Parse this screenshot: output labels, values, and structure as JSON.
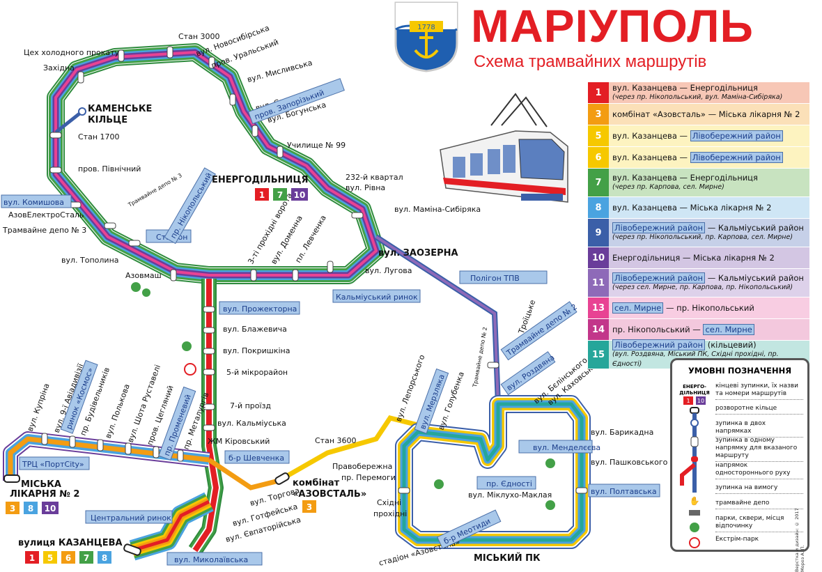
{
  "header": {
    "title": "МАРІУПОЛЬ",
    "subtitle": "Схема трамвайних маршрутів",
    "crest_years": "1778"
  },
  "colors": {
    "r1": "#e31e24",
    "r3": "#f39c12",
    "r5": "#f6c800",
    "r6": "#f6c800",
    "r7": "#43a047",
    "r8": "#4aa3e0",
    "r9": "#3b5fa8",
    "r10": "#6a3d9a",
    "r11": "#8e6ab8",
    "r13": "#e84393",
    "r14": "#c2368a",
    "r15": "#26a69a",
    "boxed_bg": "#a9c8ea",
    "boxed_border": "#4a6fa8",
    "accent": "#e31e24"
  },
  "routes": [
    {
      "num": "1",
      "text": "вул. Казанцева — Енергодільниця",
      "note": "(через пр. Нікопольський, вул. Маміна-Сибіряка)",
      "color": "#e31e24",
      "bg": "#f7c7b6"
    },
    {
      "num": "3",
      "text": "комбінат «Азовсталь» — Міська лікарня № 2",
      "note": "",
      "color": "#f39c12",
      "bg": "#fbe0b8"
    },
    {
      "num": "5",
      "text": "вул. Казанцева — ",
      "link": "Лівобережний район",
      "note": "",
      "color": "#f6c800",
      "bg": "#fdf3c0"
    },
    {
      "num": "6",
      "text": "вул. Казанцева — ",
      "link": "Лівобережний район",
      "note": "",
      "color": "#f6c800",
      "bg": "#fdf3c0"
    },
    {
      "num": "7",
      "text": "вул. Казанцева — Енергодільниця",
      "note": "(через пр. Карпова, сел. Мирне)",
      "color": "#43a047",
      "bg": "#c8e3c0"
    },
    {
      "num": "8",
      "text": "вул. Казанцева — Міська лікарня № 2",
      "note": "",
      "color": "#4aa3e0",
      "bg": "#cfe6f5"
    },
    {
      "num": "9",
      "text": " — Кальміуський район",
      "link": "Лівобережний район",
      "link_first": true,
      "note": "(через пр. Нікопольський, пр. Карпова, сел. Мирне)",
      "color": "#3b5fa8",
      "bg": "#c6d0e8"
    },
    {
      "num": "10",
      "text": "Енергодільниця — Міська лікарня № 2",
      "note": "",
      "color": "#6a3d9a",
      "bg": "#d3c6e3"
    },
    {
      "num": "11",
      "text": " — Кальміуський район",
      "link": "Лівобережний район",
      "link_first": true,
      "note": "(через сел. Мирне, пр. Карпова, пр. Нікопольський)",
      "color": "#8e6ab8",
      "bg": "#ddd1ea"
    },
    {
      "num": "13",
      "text": " — пр. Нікопольський",
      "link": "сел. Мирне",
      "link_first": true,
      "note": "",
      "color": "#e84393",
      "bg": "#f8cde2"
    },
    {
      "num": "14",
      "text": "пр. Нікопольський — ",
      "link": "сел. Мирне",
      "note": "",
      "color": "#c2368a",
      "bg": "#f3c8dd"
    },
    {
      "num": "15",
      "text": " (кільцевий)",
      "link": "Лівобережний район",
      "link_first": true,
      "note": "(вул. Роздвяна, Міський ПК, Східні прохідні, пр. Єдності)",
      "color": "#26a69a",
      "bg": "#c2e6e1"
    }
  ],
  "hubs": {
    "kamenske": "КАМЕНСЬКЕ КІЛЬЦЕ",
    "kamenske_1": "КАМЕНСЬКЕ",
    "kamenske_2": "КІЛЬЦЕ",
    "energo": "ЕНЕРГОДІЛЬНИЦЯ",
    "zaozerna": "вул. ЗАОЗЕРНА",
    "likarnia_1": "МІСЬКА",
    "likarnia_2": "ЛІКАРНЯ № 2",
    "kazantseva": "вулиця КАЗАНЦЕВА",
    "azovstal_1": "комбінат",
    "azovstal_2": "«АЗОВСТАЛЬ»",
    "mpk": "МІСЬКИЙ ПК"
  },
  "hub_badges": {
    "energo": [
      "1",
      "7",
      "10"
    ],
    "likarnia": [
      "3",
      "8",
      "10"
    ],
    "kazantseva": [
      "1",
      "5",
      "6",
      "7",
      "8"
    ],
    "azovstal": [
      "3"
    ]
  },
  "stops": {
    "s01": "Цех холодного прокату",
    "s02": "Західна",
    "s03": "Стан 3000",
    "s04": "вул. Новосибірська",
    "s05": "пров. Уральський",
    "s06": "вул. Мисливська",
    "s07": "вул. Сакко і Ванцетті",
    "s08": "вул. Богунська",
    "s09": "Училище № 99",
    "s10": "Стан 1700",
    "s11": "пров. Північний",
    "s12": "АзовЕлектроСталь",
    "s13": "Трамвайне депо № 3",
    "s14": "вул. Тополина",
    "s15": "Азовмаш",
    "s16": "232-й квартал",
    "s17": "вул. Рівна",
    "s18": "вул. Маміна-Сибіряка",
    "s19": "3-ті прохідні ворота",
    "s20": "вул. Доменна",
    "s21": "пл. Левченка",
    "s22": "вул. Лугова",
    "s23": "вул. Блажевича",
    "s24": "вул. Покришкіна",
    "s25": "5-й мікрорайон",
    "s26": "7-й проїзд",
    "s27": "вул. Кальміуська",
    "s28": "ЖМ Кіровський",
    "s29": "вул. Купріна",
    "s30": "вул. 9-ї Авіадивізії",
    "s31": "пр. Будівельників",
    "s32": "вул. Полькова",
    "s33": "вул. Шота Руставелі",
    "s34": "пров. Цегляний",
    "s35": "пр. Металургів",
    "s36": "вул. Торгова",
    "s37": "вул. Готфейська",
    "s38": "вул. Євпаторійська",
    "s39": "Стан 3600",
    "s40": "Правобережна",
    "s41": "пр. Перемоги",
    "s42": "Східні",
    "s43": "прохідні",
    "s44": "вул. Лепорського",
    "s45": "вул. Голубенка",
    "s46": "сел. Троїцьке",
    "s47": "вул. Бєлінського",
    "s48": "вул. Каховського",
    "s49": "вул. Барикадна",
    "s50": "вул. Пашковського",
    "s51": "вул. Міклухо-Маклая",
    "s52": "стадіон «Азовсталь»",
    "depot3": "Трамвайне депо № 3",
    "depot2": "Трамвайне депо № 2"
  },
  "boxed": {
    "b01": "пров. Запорізький",
    "b02": "вул. Комишова",
    "b03": "Стадіон",
    "b04": "пр. Нікопольський",
    "b05": "вул. Прожекторна",
    "b06": "Кальміуський ринок",
    "b07": "Полігон ТПВ",
    "b08": "Трамвайне депо № 2",
    "b09": "вул. Роздвяна",
    "b10": "ринок «Космос»",
    "b11": "пр. Променевий",
    "b12": "ТРЦ «ПортCity»",
    "b13": "б-р Шевченка",
    "b14": "Центральний ринок",
    "b15": "вул. Миколаївська",
    "b16": "вул. Мерзляка",
    "b17": "вул. Менделєєва",
    "b18": "пр. Єдності",
    "b19": "вул. Полтавська",
    "b20": "б-р Меотиди"
  },
  "legend": {
    "title": "УМОВНІ ПОЗНАЧЕННЯ",
    "sample_hub_1": "ЕНЕРГО-",
    "sample_hub_2": "ДІЛЬНИЦЯ",
    "sample_badges": [
      "1",
      "10"
    ],
    "items": [
      "кінцеві зупинки, їх назви та номери маршрутів",
      "розворотне кільце",
      "зупинка в двох напрямках",
      "зупинка в одному напрямку для вказаного маршруту",
      "напрямок одностороннього руху",
      "зупинка на вимогу",
      "трамвайне депо",
      "парки, сквери, місця відпочинку",
      "Екстрім-парк"
    ],
    "credit": "Верстка и дизайн: © 2017 Мороз А. П."
  }
}
